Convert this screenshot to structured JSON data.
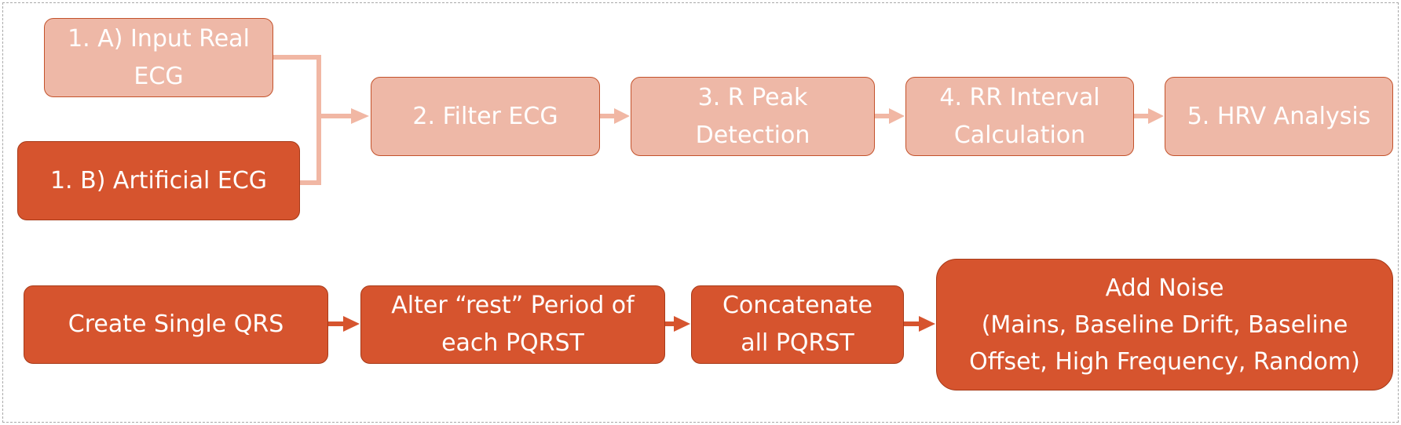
{
  "pipeline": {
    "input_real_ecg": "1. A) Input Real\nECG",
    "artificial_ecg": "1. B) Artificial ECG",
    "filter_ecg": "2. Filter ECG",
    "r_peak_detection": "3. R Peak\nDetection",
    "rr_interval": "4. RR Interval\nCalculation",
    "hrv_analysis": "5. HRV Analysis"
  },
  "generation": {
    "create_qrs": "Create Single QRS",
    "alter_rest": "Alter “rest” Period of\neach PQRST",
    "concatenate": "Concatenate\nall PQRST",
    "add_noise": "Add Noise\n(Mains, Baseline Drift, Baseline\nOffset, High Frequency, Random)"
  },
  "colors": {
    "light_fill": "#eeb8a7",
    "dark_fill": "#d6542e",
    "light_arrow": "#f1b7a4",
    "dark_arrow": "#d6542e"
  }
}
